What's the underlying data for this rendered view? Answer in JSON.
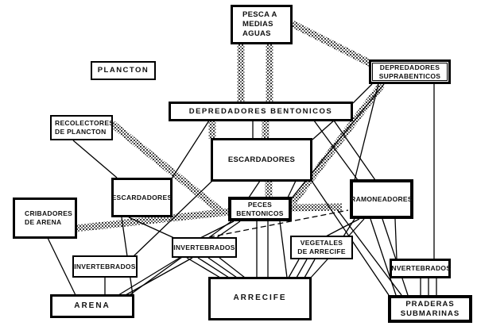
{
  "diagram": {
    "background_color": "#ffffff",
    "line_color": "#000000",
    "band_style": "stippled-halftone-gray",
    "nodes": {
      "pesca": {
        "lines": [
          "PESCA A",
          "MEDIAS",
          "AGUAS"
        ]
      },
      "plancton": {
        "lines": [
          "PLANCTON"
        ]
      },
      "suprabenticos": {
        "lines": [
          "DEPREDADORES",
          "SUPRABENTICOS"
        ]
      },
      "bentonicos": {
        "lines": [
          "DEPREDADORES BENTONICOS"
        ]
      },
      "recolectores": {
        "lines": [
          "RECOLECTORES",
          "DE PLANCTON"
        ]
      },
      "escardadores_center": {
        "lines": [
          "ESCARDADORES"
        ]
      },
      "escardadores_left": {
        "lines": [
          "ESCARDADORES"
        ]
      },
      "cribadores": {
        "lines": [
          "CRIBADORES",
          "DE ARENA"
        ]
      },
      "peces": {
        "lines": [
          "PECES",
          "BENTONICOS"
        ]
      },
      "ramoneadores": {
        "lines": [
          "RAMONEADORES"
        ]
      },
      "invertebrados_left": {
        "lines": [
          "INVERTEBRADOS"
        ]
      },
      "invertebrados_center": {
        "lines": [
          "INVERTEBRADOS"
        ]
      },
      "vegetales": {
        "lines": [
          "VEGETALES",
          "DE ARRECIFE"
        ]
      },
      "invertebrados_right": {
        "lines": [
          "INVERTEBRADOS"
        ]
      },
      "arena": {
        "lines": [
          "ARENA"
        ]
      },
      "arrecife": {
        "lines": [
          "ARRECIFE"
        ]
      },
      "praderas": {
        "lines": [
          "PRADERAS",
          "SUBMARINAS"
        ]
      }
    },
    "edges": {
      "bands": [
        [
          303,
          55,
          303,
          128
        ],
        [
          339,
          55,
          339,
          128
        ],
        [
          368,
          30,
          468,
          81
        ],
        [
          141,
          156,
          280,
          268
        ],
        [
          95,
          288,
          288,
          267
        ],
        [
          366,
          262,
          430,
          261
        ],
        [
          480,
          107,
          368,
          256
        ],
        [
          267,
          152,
          267,
          175
        ],
        [
          334,
          152,
          334,
          175
        ],
        [
          338,
          228,
          338,
          249
        ]
      ],
      "solid": [
        [
          92,
          177,
          147,
          224
        ],
        [
          468,
          106,
          444,
          130
        ],
        [
          476,
          106,
          446,
          227
        ],
        [
          483,
          106,
          366,
          251
        ],
        [
          546,
          106,
          546,
          327
        ],
        [
          263,
          152,
          216,
          225
        ],
        [
          318,
          152,
          318,
          175
        ],
        [
          420,
          152,
          393,
          176
        ],
        [
          395,
          152,
          450,
          227
        ],
        [
          420,
          152,
          472,
          227
        ],
        [
          327,
          228,
          313,
          249
        ],
        [
          372,
          228,
          362,
          249
        ],
        [
          267,
          228,
          168,
          323
        ],
        [
          162,
          274,
          219,
          300
        ],
        [
          153,
          274,
          167,
          372
        ],
        [
          60,
          300,
          95,
          372
        ],
        [
          132,
          350,
          132,
          372
        ],
        [
          294,
          279,
          252,
          300
        ],
        [
          302,
          279,
          272,
          300
        ],
        [
          291,
          279,
          163,
          372
        ],
        [
          226,
          325,
          149,
          372
        ],
        [
          242,
          325,
          158,
          372
        ],
        [
          235,
          325,
          277,
          350
        ],
        [
          249,
          325,
          288,
          350
        ],
        [
          262,
          325,
          298,
          350
        ],
        [
          276,
          325,
          308,
          350
        ],
        [
          323,
          279,
          323,
          350
        ],
        [
          337,
          279,
          337,
          350
        ],
        [
          352,
          279,
          361,
          350
        ],
        [
          376,
          327,
          363,
          350
        ],
        [
          386,
          327,
          373,
          350
        ],
        [
          396,
          327,
          383,
          350
        ],
        [
          446,
          276,
          432,
          298
        ],
        [
          452,
          276,
          410,
          298
        ],
        [
          458,
          276,
          391,
          350
        ],
        [
          466,
          276,
          498,
          372
        ],
        [
          481,
          276,
          513,
          372
        ],
        [
          497,
          276,
          499,
          327
        ],
        [
          529,
          351,
          529,
          372
        ],
        [
          539,
          351,
          539,
          372
        ],
        [
          549,
          351,
          549,
          372
        ],
        [
          392,
          228,
          489,
          372
        ],
        [
          424,
          264,
          505,
          372
        ]
      ],
      "dashed": [
        [
          263,
          299,
          438,
          265
        ]
      ]
    }
  }
}
